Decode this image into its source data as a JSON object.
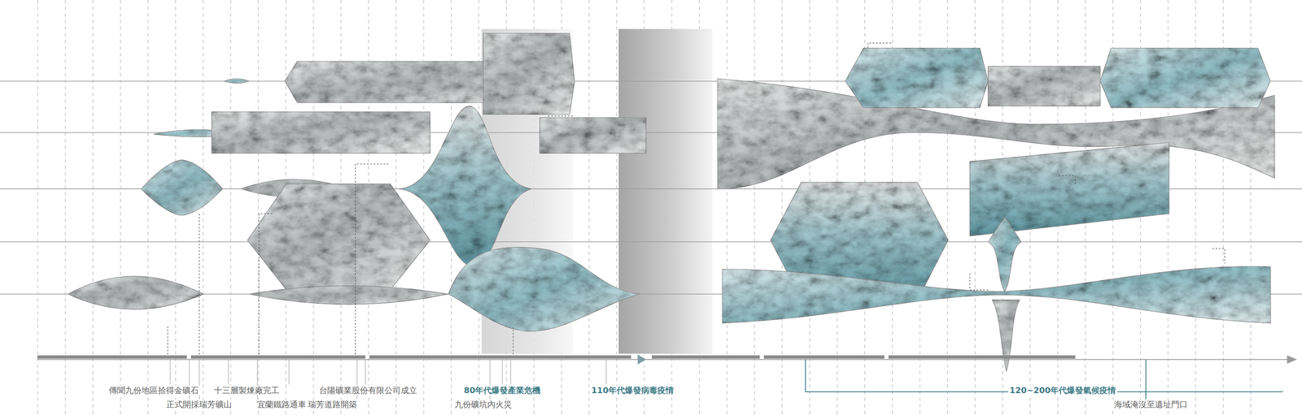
{
  "diagram": {
    "labels": [
      "傳聞九份地區拾得金礦石",
      "正式開採瑞芳礦山",
      "十三層製煉廠完工",
      "宜蘭鐵路通車",
      "瑞芳道路開築",
      "台陽礦業股份有限公司成立",
      "九份礦坑內火災",
      "80年代爆發產業危機",
      "110年代爆發病毒疫情",
      "120~200年代爆發氣候疫情",
      "海域淹沒至遺址門口"
    ]
  }
}
